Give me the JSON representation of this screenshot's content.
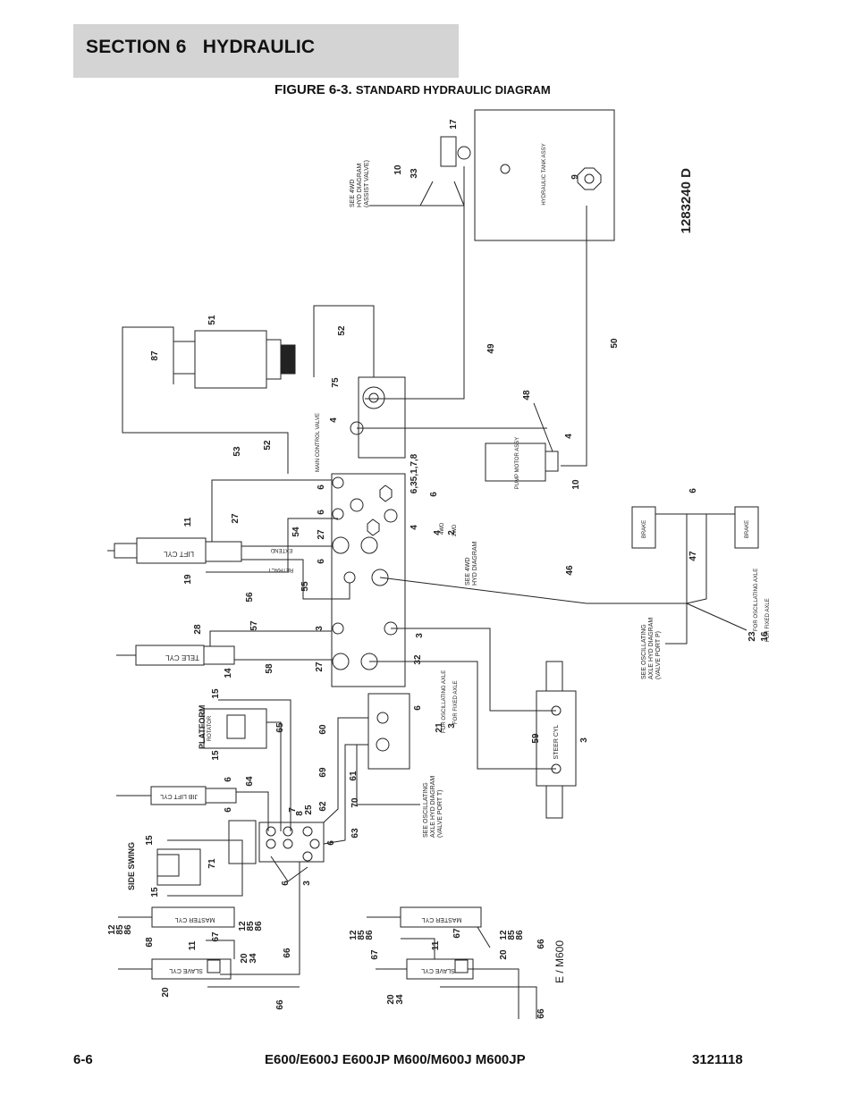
{
  "header": {
    "section": "SECTION 6",
    "title": "HYDRAULIC"
  },
  "figure": {
    "number": "FIGURE 6-3.",
    "title": "STANDARD HYDRAULIC DIAGRAM",
    "drawing_number": "1283240 D"
  },
  "components": {
    "tank": "HYDRAULIC TANK ASSY",
    "pump_motor": "PUMP MOTOR ASSY",
    "main_valve": "MAIN CONTROL VALVE",
    "lift_cyl": "LIFT CYL",
    "tele_cyl": "TELE CYL",
    "jib_lift_cyl": "JIB LIFT CYL",
    "platform_rotator": "PLATFORM",
    "side_swing": "SIDE SWING",
    "master_cyl_left": "MASTER CYL",
    "slave_cyl_left": "SLAVE CYL",
    "master_cyl_right": "MASTER CYL",
    "slave_cyl_right": "SLAVE CYL",
    "steer_cyl": "STEER CYL",
    "brake_1": "BRAKE",
    "brake_2": "BRAKE",
    "rotator": "ROTATOR"
  },
  "notes": {
    "see_4wd_assist": [
      "SEE 4WD",
      "HYD DIAGRAM",
      "(ASSIST VALVE)"
    ],
    "see_4wd": [
      "SEE 4WD",
      "HYD DIAGRAM"
    ],
    "see_osc_valve_p": [
      "SEE OSCILLATING",
      "AXLE HYD DIAGRAM",
      "(VALVE PORT P)"
    ],
    "see_osc_valve_t": [
      "SEE OSCILLATING",
      "AXLE HYD DIAGRAM",
      "(VALVE PORT T)"
    ],
    "for_oscillating_axle": "FOR OSCILLATING AXLE",
    "for_fixed_axle": "FOR FIXED AXLE",
    "extend": "EXTEND",
    "retract": "RETRACT",
    "model_tag": "E / M600",
    "four_wd": "4WD",
    "two_wd": "2WD"
  },
  "callouts": {
    "c17": "17",
    "c10_33": "10",
    "c33": "33",
    "c9": "9",
    "c51": "51",
    "c87": "87",
    "c52a": "52",
    "c52b": "52",
    "c49": "49",
    "c50": "50",
    "c48": "48",
    "c75": "75",
    "c4a": "4",
    "c4b": "4",
    "c4c": "4",
    "c4d": "4",
    "c10b": "10",
    "c53": "53",
    "c6a": "6",
    "c6b": "6",
    "c6c": "6",
    "c6_35": "6,35,1,7,8",
    "c6d": "6",
    "c27a": "27",
    "c27b": "27",
    "c27c": "27",
    "c11a": "11",
    "c19": "19",
    "c54": "54",
    "c55": "55",
    "c56": "56",
    "c2": "2",
    "c46": "46",
    "c47": "47",
    "c6e": "6",
    "c28": "28",
    "c57": "57",
    "c14": "14",
    "c58": "58",
    "c3a": "3",
    "c3b": "3",
    "c32": "32",
    "c23": "23",
    "c16": "16",
    "c15a": "15",
    "c15b": "15",
    "c65": "65",
    "c60": "60",
    "c6f": "6",
    "c21": "21",
    "c3c": "3",
    "c59": "59",
    "c3d": "3",
    "c69": "69",
    "c61": "61",
    "c6g": "6",
    "c64": "64",
    "c6h": "6",
    "c7": "7",
    "c8": "8",
    "c25": "25",
    "c62": "62",
    "c70": "70",
    "c63": "63",
    "c6i": "6",
    "c15c": "15",
    "c71": "71",
    "c15d": "15",
    "c6j": "6",
    "c3e": "3",
    "c12a": "12",
    "c85a": "85",
    "c86a": "86",
    "c68": "68",
    "c11b": "11",
    "c67a": "67",
    "c12b": "12",
    "c85b": "85",
    "c86b": "86",
    "c20a": "20",
    "c34a": "34",
    "c66a": "66",
    "c20b": "20",
    "c66b": "66",
    "c12c": "12",
    "c85c": "85",
    "c86c": "86",
    "c67b": "67",
    "c11c": "11",
    "c67c": "67",
    "c12d": "12",
    "c85d": "85",
    "c86d": "86",
    "c20c": "20",
    "c34b": "34",
    "c20d": "20",
    "c66c": "66",
    "c66d": "66"
  },
  "footer": {
    "page": "6-6",
    "models": "E600/E600J E600JP M600/M600J M600JP",
    "doc_number": "3121118"
  }
}
